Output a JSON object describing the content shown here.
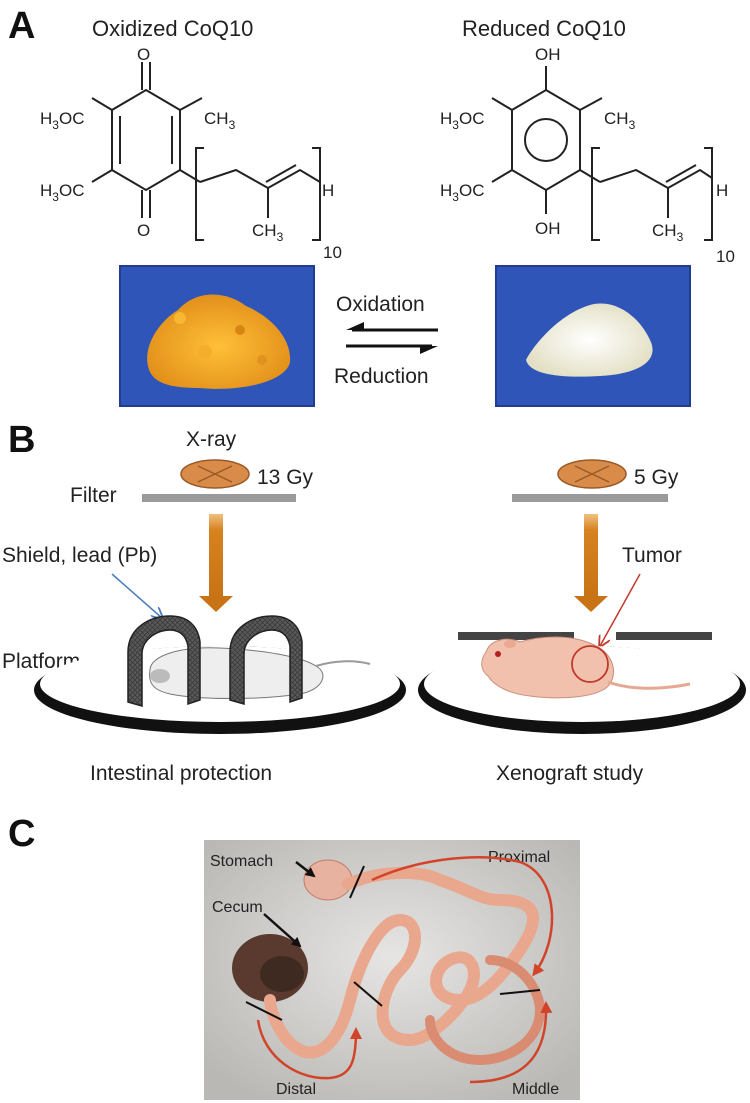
{
  "panel_a": {
    "letter": "A",
    "oxidized_title": "Oxidized CoQ10",
    "reduced_title": "Reduced CoQ10",
    "ox_atoms": {
      "o_top": "O",
      "o_bottom": "O",
      "methoxy_top": "H",
      "methoxy_top_sub": "3",
      "methoxy_top_rest": "OC",
      "methoxy_bottom": "H",
      "methoxy_bottom_sub": "3",
      "methoxy_bottom_rest": "OC",
      "methyl": "CH",
      "methyl_sub": "3",
      "chain_methyl": "CH",
      "chain_methyl_sub": "3",
      "end_h": "H",
      "repeat": "10"
    },
    "red_atoms": {
      "oh_top": "OH",
      "oh_bottom": "OH",
      "methoxy_top": "H",
      "methoxy_top_sub": "3",
      "methoxy_top_rest": "OC",
      "methoxy_bottom": "H",
      "methoxy_bottom_sub": "3",
      "methoxy_bottom_rest": "OC",
      "methyl": "CH",
      "methyl_sub": "3",
      "chain_methyl": "CH",
      "chain_methyl_sub": "3",
      "end_h": "H",
      "repeat": "10"
    },
    "oxidation_label": "Oxidation",
    "reduction_label": "Reduction",
    "colors": {
      "photo_bg": "#2f55b8",
      "oxidized_powder": "#f2a51c",
      "reduced_powder": "#f4f1dc"
    }
  },
  "panel_b": {
    "letter": "B",
    "xray_label": "X-ray",
    "dose_left": "13 Gy",
    "dose_right": "5 Gy",
    "filter_label": "Filter",
    "shield_label": "Shield, lead (Pb)",
    "platform_label": "Platform",
    "tumor_label": "Tumor",
    "left_caption": "Intestinal protection",
    "right_caption": "Xenograft study",
    "colors": {
      "beam": "#d6821f",
      "source": "#d98b4a",
      "filter": "#9a9a9a",
      "shield": "#444444",
      "tumor_line": "#c0392b",
      "shield_arrow": "#4a7cc0"
    }
  },
  "panel_c": {
    "letter": "C",
    "stomach_label": "Stomach",
    "cecum_label": "Cecum",
    "proximal_label": "Proximal",
    "distal_label": "Distal",
    "middle_label": "Middle",
    "colors": {
      "arrow": "#d2442a",
      "intestine": "#e9a78e",
      "dish": "#d9d8d6"
    }
  }
}
